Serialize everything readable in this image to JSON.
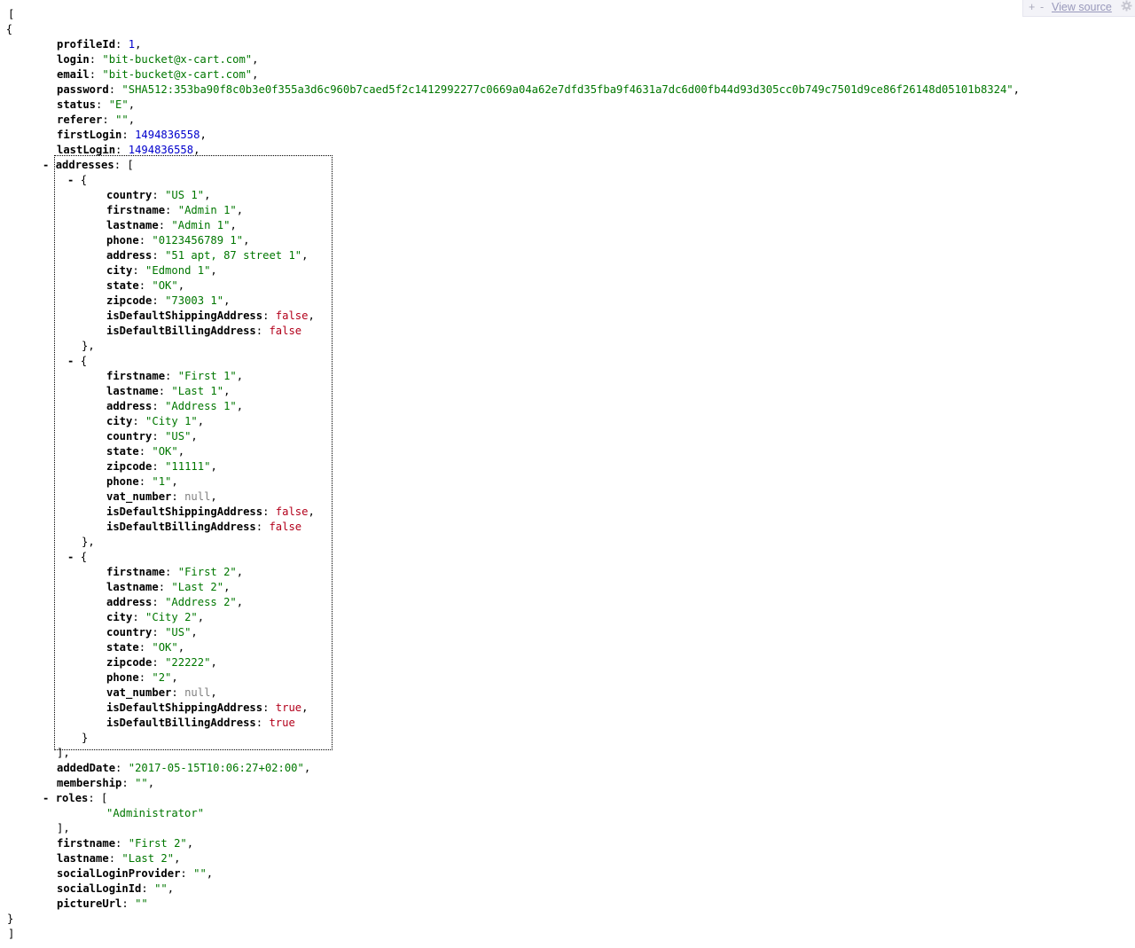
{
  "toolbar": {
    "expand_label": "+",
    "collapse_label": "-",
    "view_source_label": "View source",
    "settings_icon": "gear-icon"
  },
  "json_root": [
    {
      "profileId": 1,
      "login": "bit-bucket@x-cart.com",
      "email": "bit-bucket@x-cart.com",
      "password": "SHA512:353ba90f8c0b3e0f355a3d6c960b7caed5f2c1412992277c0669a04a62e7dfd35fba9f4631a7dc6d00fb44d93d305cc0b749c7501d9ce86f26148d05101b8324",
      "status": "E",
      "referer": "",
      "firstLogin": 1494836558,
      "lastLogin": 1494836558,
      "addresses": [
        {
          "country": "US 1",
          "firstname": "Admin 1",
          "lastname": "Admin 1",
          "phone": "0123456789 1",
          "address": "51 apt, 87 street 1",
          "city": "Edmond 1",
          "state": "OK",
          "zipcode": "73003 1",
          "isDefaultShippingAddress": false,
          "isDefaultBillingAddress": false
        },
        {
          "firstname": "First 1",
          "lastname": "Last 1",
          "address": "Address 1",
          "city": "City 1",
          "country": "US",
          "state": "OK",
          "zipcode": "11111",
          "phone": "1",
          "vat_number": null,
          "isDefaultShippingAddress": false,
          "isDefaultBillingAddress": false
        },
        {
          "firstname": "First 2",
          "lastname": "Last 2",
          "address": "Address 2",
          "city": "City 2",
          "country": "US",
          "state": "OK",
          "zipcode": "22222",
          "phone": "2",
          "vat_number": null,
          "isDefaultShippingAddress": true,
          "isDefaultBillingAddress": true
        }
      ],
      "addedDate": "2017-05-15T10:06:27+02:00",
      "membership": "",
      "roles": [
        "Administrator"
      ],
      "firstname": "First 2",
      "lastname": "Last 2",
      "socialLoginProvider": "",
      "socialLoginId": "",
      "pictureUrl": ""
    }
  ]
}
